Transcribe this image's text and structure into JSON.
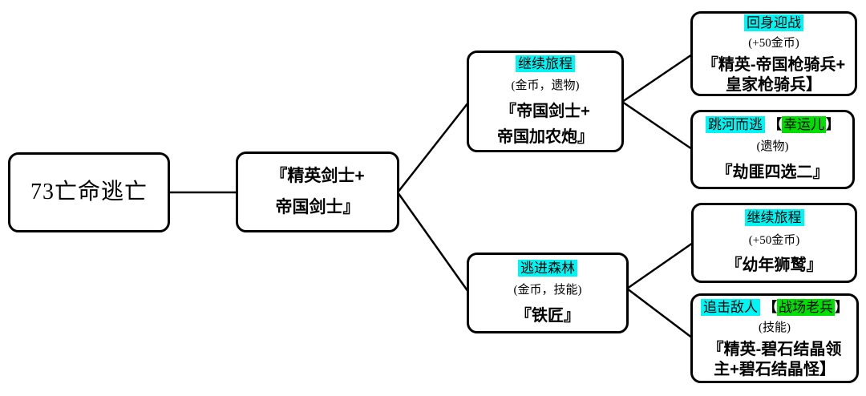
{
  "colors": {
    "choice_highlight": "#00f5f5",
    "trait_highlight": "#00e000",
    "border": "#000000",
    "background": "#ffffff"
  },
  "nodes": {
    "root": {
      "label": "73亡命逃亡"
    },
    "start": {
      "line1": "『精英剑士+",
      "line2": "帝国剑士』"
    },
    "continue_journey": {
      "choice": "继续旅程",
      "reward": "(金币，遗物)",
      "line1": "『帝国剑士+",
      "line2": "帝国加农炮』"
    },
    "flee_forest": {
      "choice": "逃进森林",
      "reward": "(金币，技能)",
      "line1": "『铁匠』"
    },
    "turn_fight": {
      "choice": "回身迎战",
      "reward": "(+50金币)",
      "line1": "『精英-帝国枪骑兵+",
      "line2": "皇家枪骑兵】"
    },
    "jump_river": {
      "choice": "跳河而逃",
      "trait_open": "【",
      "trait": "幸运儿",
      "trait_close": "】",
      "reward": "(遗物)",
      "line1": "『劫匪四选二』"
    },
    "continue_journey_2": {
      "choice": "继续旅程",
      "reward": "(+50金币)",
      "line1": "『幼年狮鹫』"
    },
    "chase_enemy": {
      "choice": "追击敌人",
      "trait_open": "【",
      "trait": "战场老兵",
      "trait_close": "】",
      "reward": "(技能)",
      "line1": "『精英-碧石结晶领",
      "line2": "主+碧石结晶怪】"
    }
  }
}
